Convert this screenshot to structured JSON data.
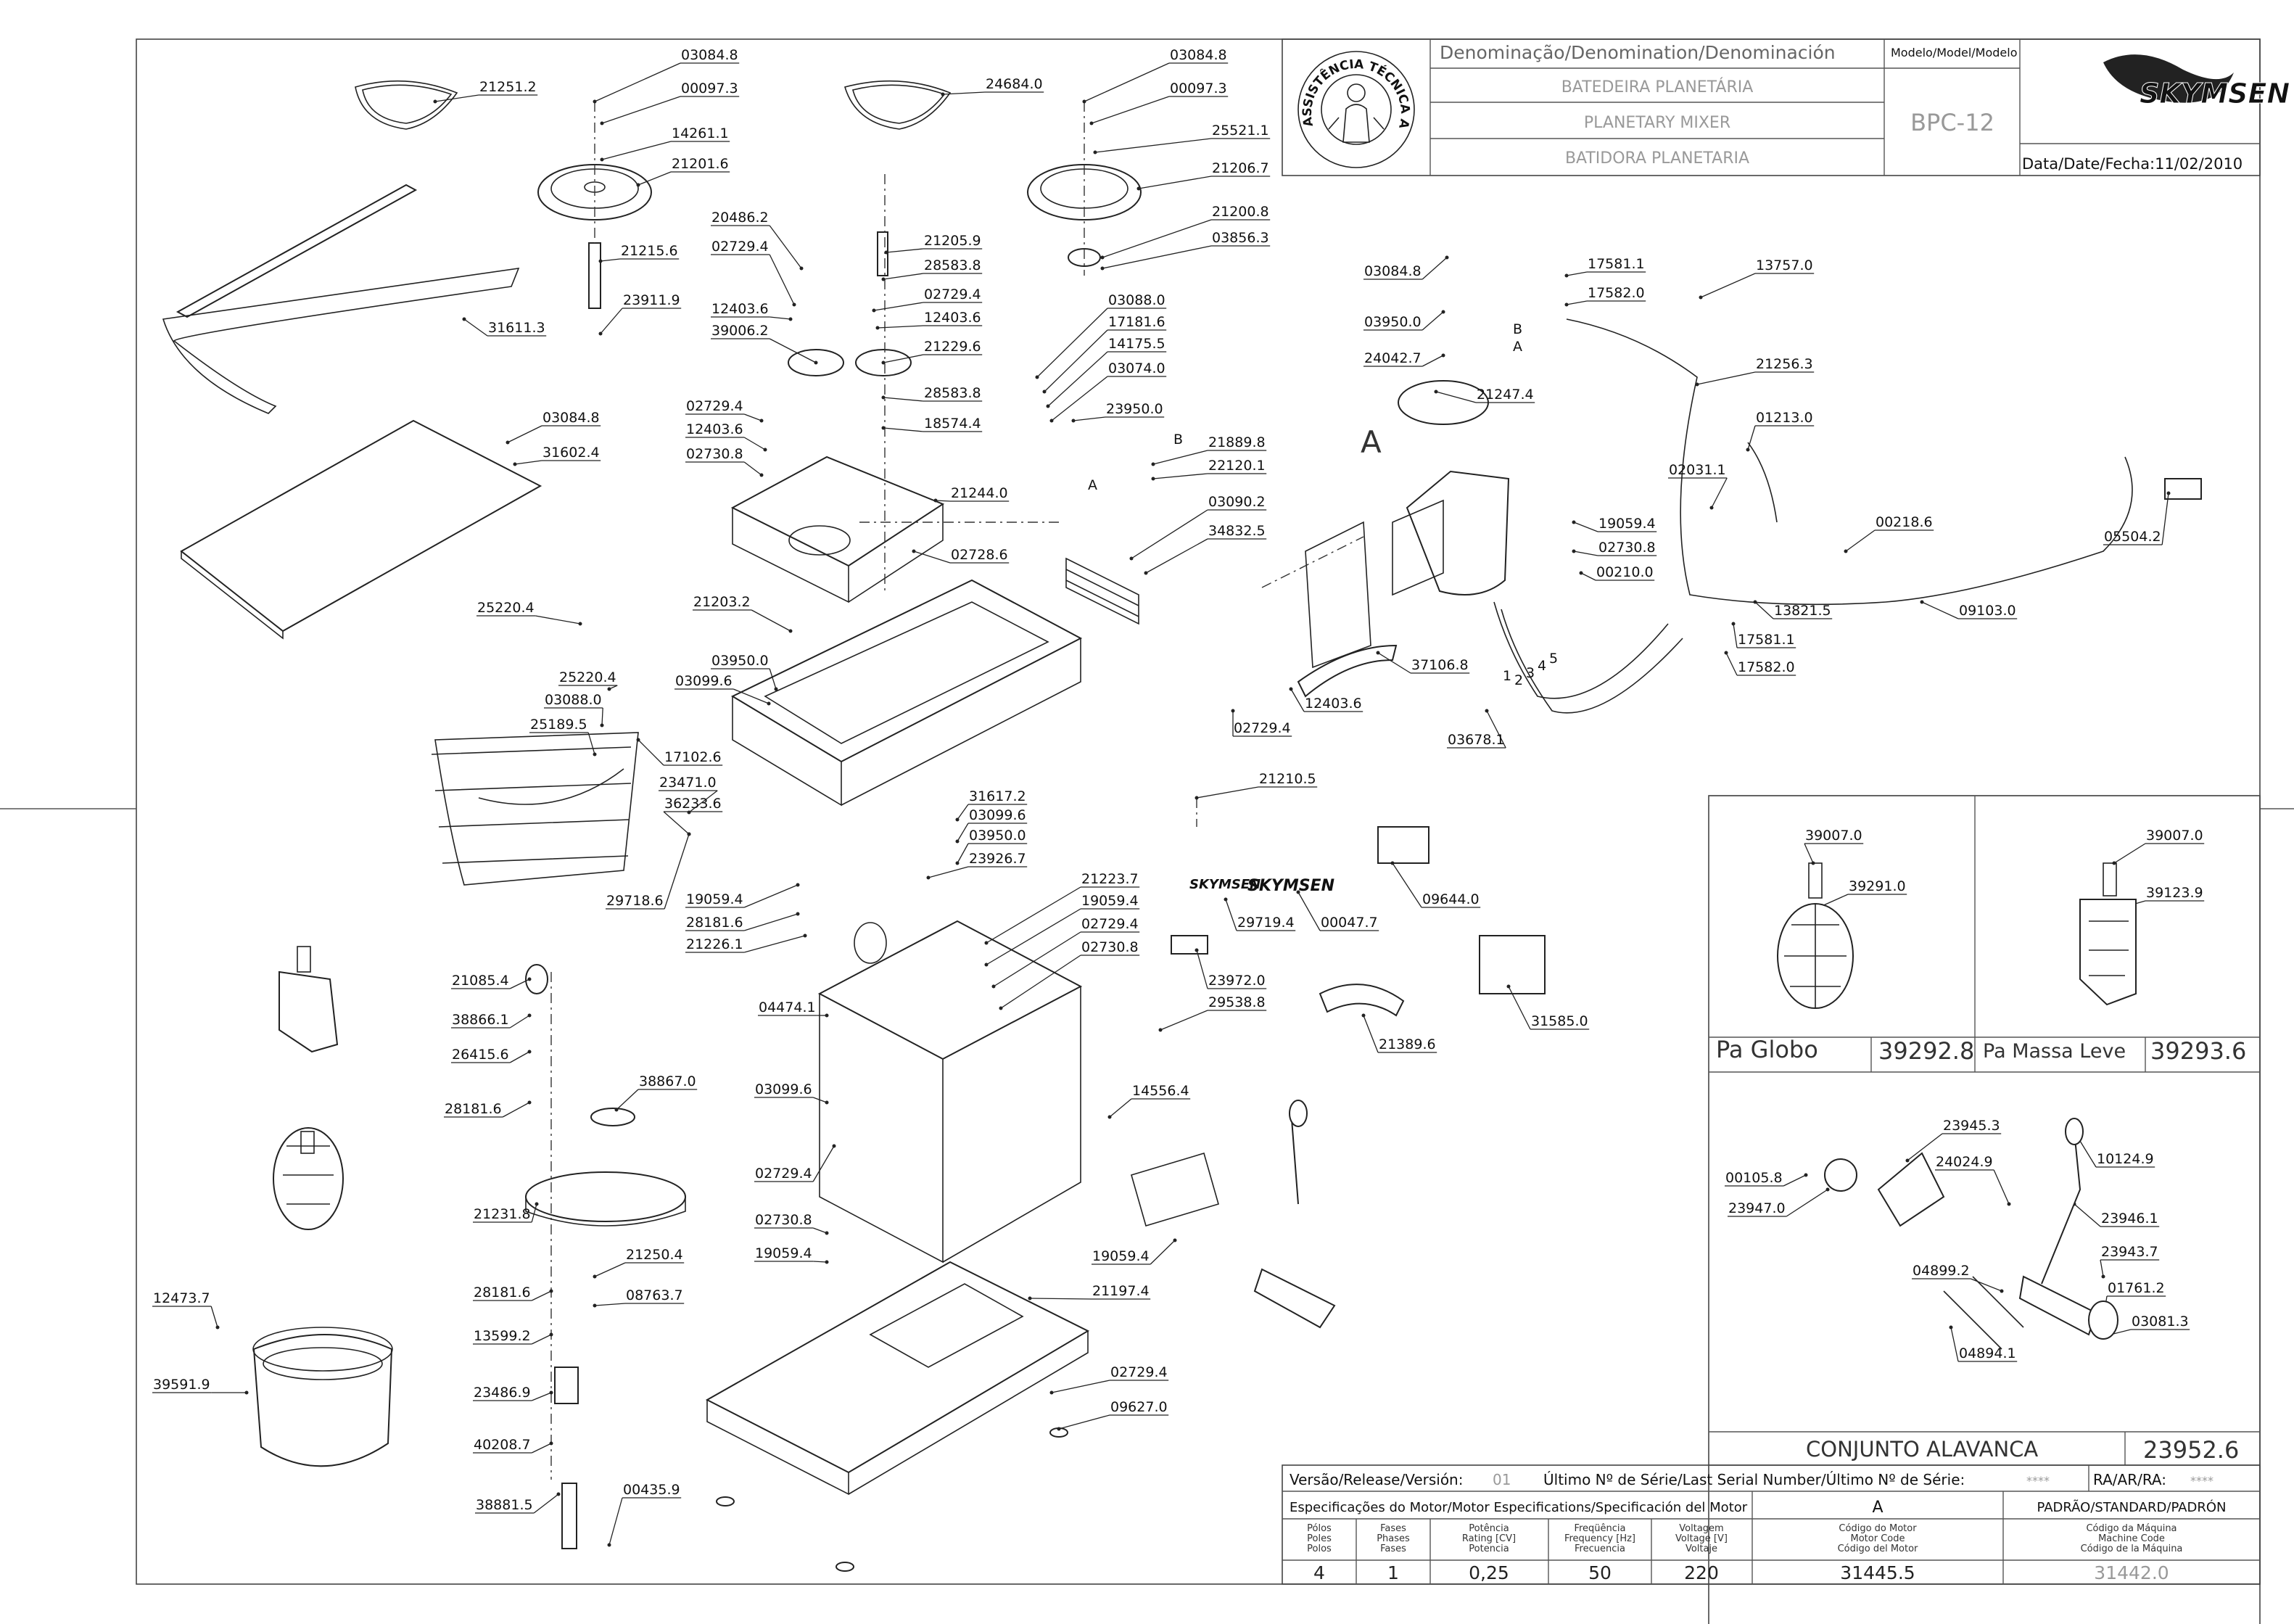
{
  "title_block": {
    "denomination_header": "Denominação/Denomination/Denominación",
    "model_header": "Modelo/Model/Modelo",
    "name_pt": "BATEDEIRA PLANETÁRIA",
    "name_en": "PLANETARY MIXER",
    "name_es": "BATIDORA PLANETARIA",
    "model": "BPC-12",
    "date_label": "Data/Date/Fecha:11/02/2010",
    "brand": "SKYMSEN",
    "seal_text": "ASSISTÊNCIA TÉCNICA AUTORIZADA"
  },
  "main_labels": [
    "03084.8",
    "21251.2",
    "00097.3",
    "14261.1",
    "21201.6",
    "21215.6",
    "23911.9",
    "31611.3",
    "03084.8",
    "24684.0",
    "00097.3",
    "25521.1",
    "21206.7",
    "21200.8",
    "03856.3",
    "20486.2",
    "02729.4",
    "12403.6",
    "39006.2",
    "21205.9",
    "28583.8",
    "02729.4",
    "12403.6",
    "21229.6",
    "28583.8",
    "18574.4",
    "03084.8",
    "31602.4",
    "02729.4",
    "12403.6",
    "02730.8",
    "21244.0",
    "02728.6",
    "03088.0",
    "17181.6",
    "14175.5",
    "03074.0",
    "23950.0",
    "21889.8",
    "22120.1",
    "03090.2",
    "34832.5",
    "25220.4",
    "21203.2",
    "25220.4",
    "03950.0",
    "03099.6",
    "03088.0",
    "25189.5",
    "17102.6",
    "23471.0",
    "36233.6",
    "29718.6",
    "31617.2",
    "03099.6",
    "03950.0",
    "23926.7",
    "19059.4",
    "28181.6",
    "21226.1",
    "21223.7",
    "19059.4",
    "02729.4",
    "02730.8",
    "04474.1",
    "03099.6",
    "02729.4",
    "02730.8",
    "19059.4",
    "21197.4",
    "02729.4",
    "09627.0",
    "14556.4",
    "19059.4",
    "29538.8",
    "23972.0",
    "29719.4",
    "00047.7",
    "09644.0",
    "31585.0",
    "21389.6",
    "21085.4",
    "38866.1",
    "26415.6",
    "28181.6",
    "38867.0",
    "21231.8",
    "28181.6",
    "21250.4",
    "08763.7",
    "13599.2",
    "23486.9",
    "40208.7",
    "38881.5",
    "00435.9",
    "12473.7",
    "39591.9",
    "21210.5",
    "03084.8",
    "03950.0",
    "24042.7",
    "21247.4",
    "17581.1",
    "17582.0",
    "13757.0",
    "21256.3",
    "01213.0",
    "02031.1",
    "00218.6",
    "05504.2",
    "19059.4",
    "02730.8",
    "00210.0",
    "13821.5",
    "17581.1",
    "17582.0",
    "09103.0",
    "37106.8",
    "12403.6",
    "02729.4",
    "03678.1"
  ],
  "wire_letters": [
    "B",
    "A",
    "A",
    "B",
    "A"
  ],
  "wire_numbers": [
    "1",
    "2",
    "3",
    "4",
    "5"
  ],
  "panel_whisk": {
    "callouts": [
      "39007.0",
      "39291.0"
    ],
    "name": "Pa Globo",
    "code": "39292.8"
  },
  "panel_beater": {
    "callouts": [
      "39007.0",
      "39123.9"
    ],
    "name": "Pa Massa Leve",
    "code": "39293.6"
  },
  "panel_lever": {
    "callouts": [
      "23945.3",
      "24024.9",
      "10124.9",
      "00105.8",
      "23947.0",
      "23946.1",
      "23943.7",
      "04899.2",
      "01761.2",
      "03081.3",
      "04894.1"
    ],
    "name": "CONJUNTO ALAVANCA",
    "code": "23952.6"
  },
  "spec_block": {
    "release_label": "Versão/Release/Versión:",
    "release_value": "01",
    "serial_label": "Último Nº de Série/Last Serial Number/Último Nº de Série:",
    "serial_value": "****",
    "ra_label": "RA/AR/RA:",
    "ra_value": "****",
    "motor_spec_label": "Especificações do Motor/Motor Especifications/Specificación del Motor",
    "motor_letter": "A",
    "standard_label": "PADRÃO/STANDARD/PADRÓN",
    "headers": [
      [
        "Pólos",
        "Poles",
        "Polos"
      ],
      [
        "Fases",
        "Phases",
        "Fases"
      ],
      [
        "Potência",
        "Rating [CV]",
        "Potencia"
      ],
      [
        "Freqüência",
        "Frequency [Hz]",
        "Frecuencia"
      ],
      [
        "Voltagem",
        "Voltage [V]",
        "Voltaje"
      ],
      [
        "Código do Motor",
        "Motor Code",
        "Código del Motor"
      ],
      [
        "Código da Máquina",
        "Machine Code",
        "Código de la Máquina"
      ]
    ],
    "values": [
      "4",
      "1",
      "0,25",
      "50",
      "220",
      "31445.5",
      "31442.0"
    ]
  },
  "colors": {
    "line": "#222222",
    "title_gray": "#999999",
    "frame": "#444444"
  }
}
